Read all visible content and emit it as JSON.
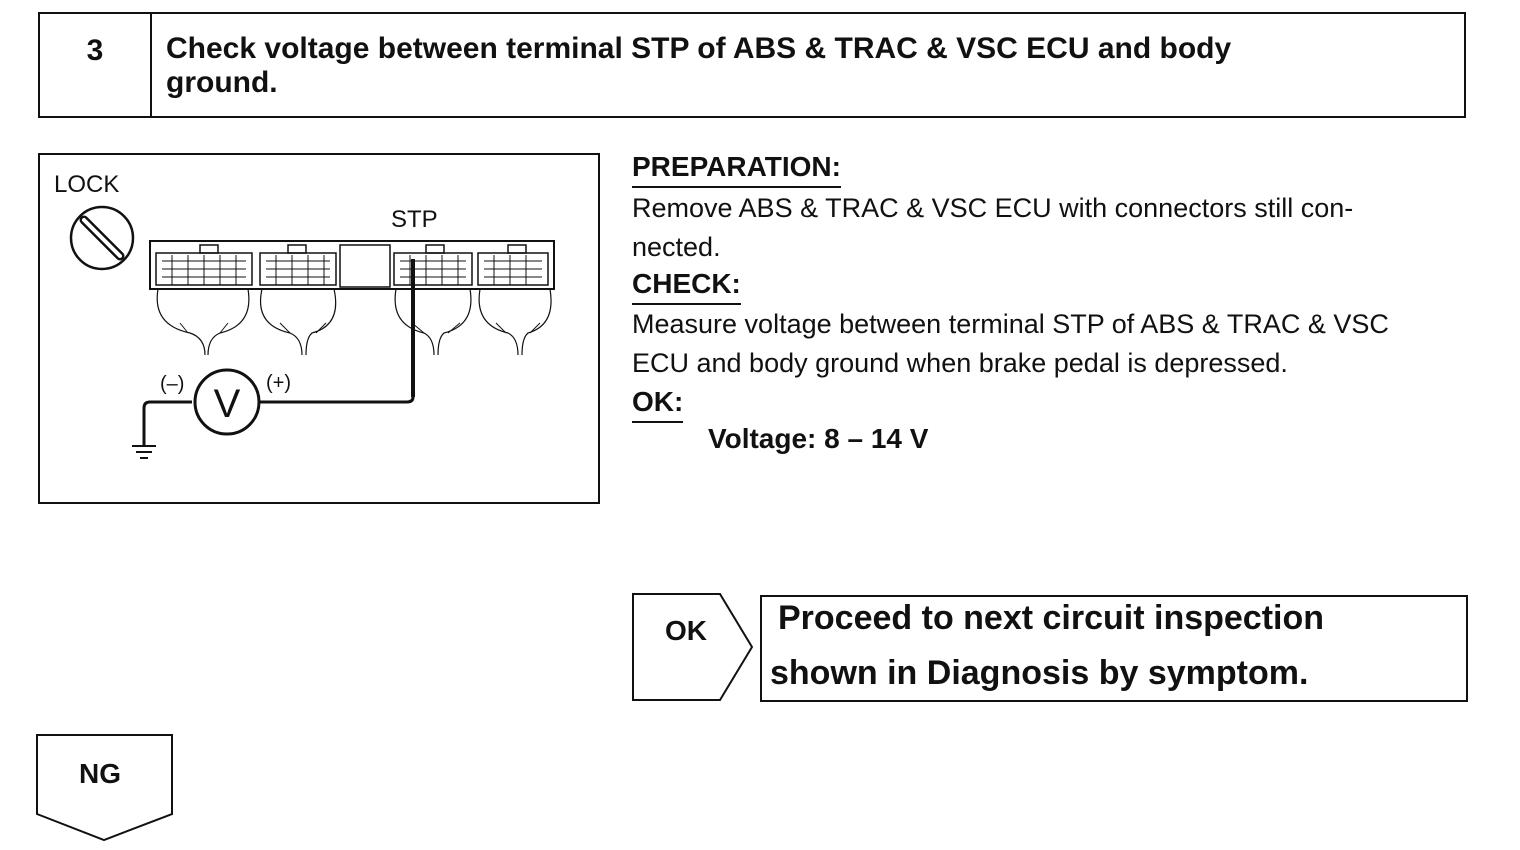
{
  "header": {
    "step_number": "3",
    "title_line1": "Check voltage between terminal STP of ABS & TRAC & VSC ECU and body",
    "title_line2": "ground."
  },
  "diagram": {
    "lock_label": "LOCK",
    "stp_label": "STP",
    "meter_symbol": "V",
    "negative_label": "(–)",
    "positive_label": "(+)",
    "icons": [
      "lock-icon",
      "ecu-connector",
      "voltmeter-icon",
      "ground-icon"
    ]
  },
  "instructions": {
    "preparation_heading": "PREPARATION:",
    "preparation_text_line1": "Remove ABS & TRAC & VSC ECU with connectors still con-",
    "preparation_text_line2": "nected.",
    "check_heading": "CHECK:",
    "check_text_line1": "Measure voltage between terminal STP of ABS & TRAC & VSC",
    "check_text_line2": "ECU and body ground when brake pedal is depressed.",
    "ok_heading": "OK:",
    "voltage_spec": "Voltage: 8 – 14 V"
  },
  "result_ok": {
    "label": "OK",
    "text_line1": "Proceed to next circuit inspection",
    "text_line2": "shown  in Diagnosis by symptom."
  },
  "result_ng": {
    "label": "NG"
  }
}
